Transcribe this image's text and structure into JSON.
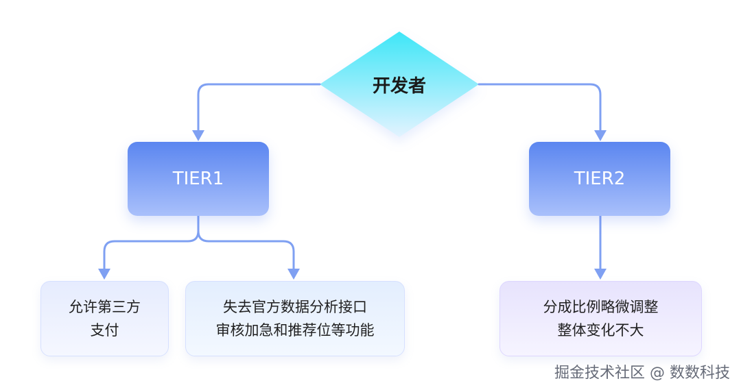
{
  "nodes": {
    "root": {
      "label": "开发者"
    },
    "tier1": {
      "label": "TIER1"
    },
    "tier2": {
      "label": "TIER2"
    },
    "leaf1": {
      "line1": "允许第三方",
      "line2": "支付"
    },
    "leaf2": {
      "line1": "失去官方数据分析接口",
      "line2": "审核加急和推荐位等功能"
    },
    "leaf3": {
      "line1": "分成比例略微调整",
      "line2": "整体变化不大"
    }
  },
  "edges": [
    {
      "from": "root",
      "to": "tier1"
    },
    {
      "from": "root",
      "to": "tier2"
    },
    {
      "from": "tier1",
      "to": "leaf1"
    },
    {
      "from": "tier1",
      "to": "leaf2"
    },
    {
      "from": "tier2",
      "to": "leaf3"
    }
  ],
  "colors": {
    "connector": "#7fa0f2",
    "root_gradient_top": "#3ee6f7",
    "root_gradient_bottom": "#dff3ff",
    "tier_gradient_top": "#5b86f0",
    "tier_gradient_bottom": "#a9c0fb"
  },
  "watermark": "掘金技术社区 @ 数数科技"
}
